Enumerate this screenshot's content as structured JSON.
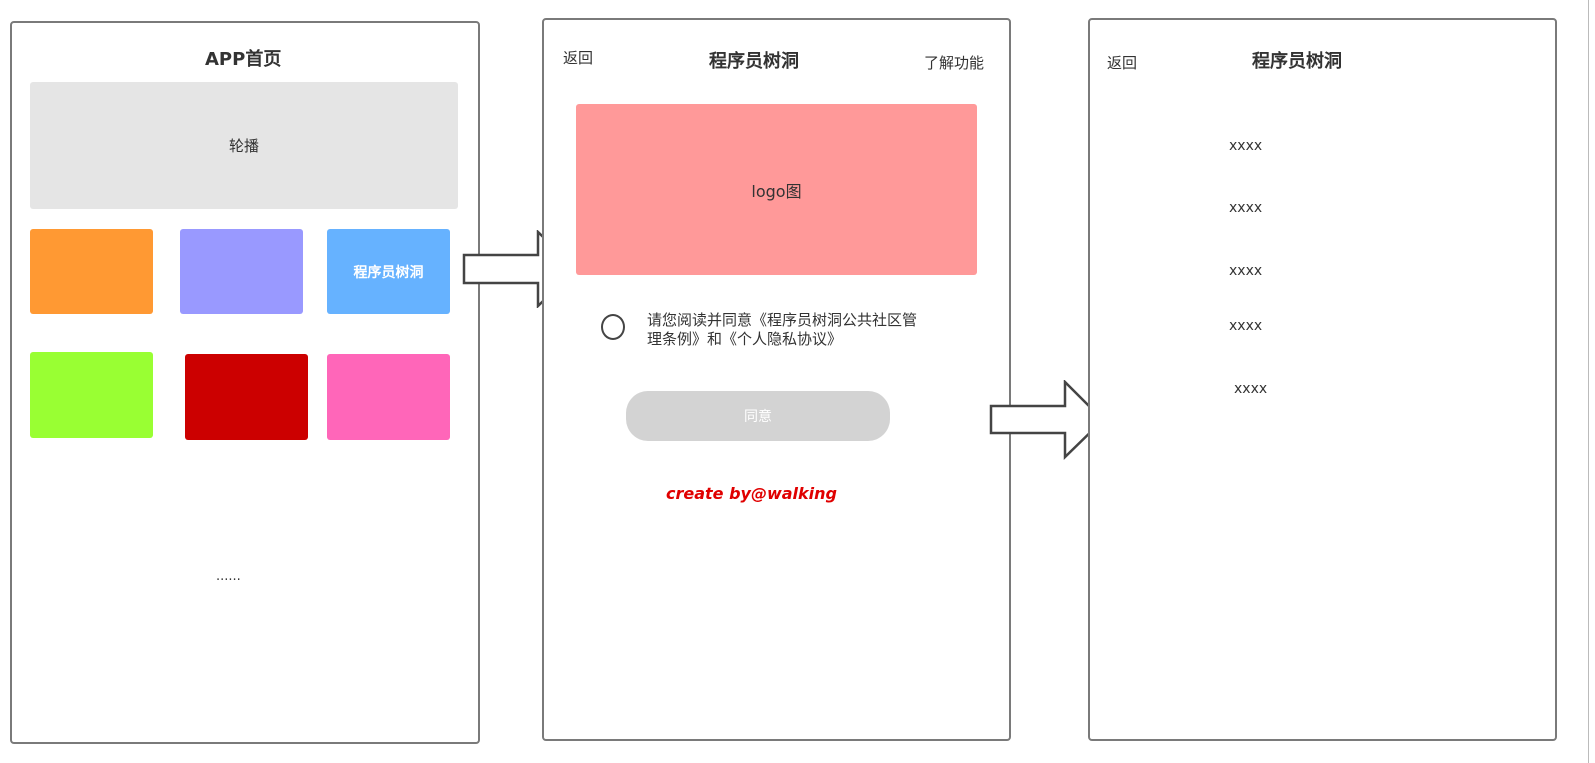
{
  "screen1": {
    "title": "APP首页",
    "carousel_label": "轮播",
    "tiles": [
      {
        "label": "",
        "color": "#FF9933"
      },
      {
        "label": "",
        "color": "#9999FF"
      },
      {
        "label": "程序员树洞",
        "color": "#66B2FF"
      },
      {
        "label": "",
        "color": "#99FF33"
      },
      {
        "label": "",
        "color": "#CC0000"
      },
      {
        "label": "",
        "color": "#FF66B9"
      }
    ],
    "ellipsis": "......"
  },
  "screen2": {
    "back_label": "返回",
    "title": "程序员树洞",
    "learn_more_label": "了解功能",
    "logo_label": "logo图",
    "logo_color": "#FF9999",
    "agreement_line1": "请您阅读并同意《程序员树洞公共社区管",
    "agreement_line2": "理条例》和《个人隐私协议》",
    "agree_button_label": "同意",
    "credit": "create by@walking"
  },
  "screen3": {
    "back_label": "返回",
    "title": "程序员树洞",
    "items": [
      "xxxx",
      "xxxx",
      "xxxx",
      "xxxx",
      "xxxx"
    ]
  },
  "arrows": {
    "color": "#444444"
  }
}
